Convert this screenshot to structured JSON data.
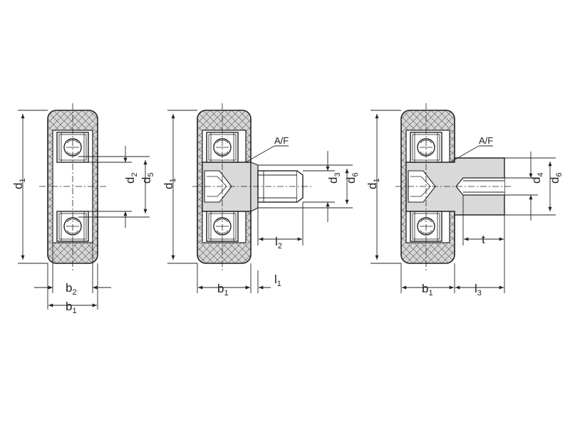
{
  "diagram": {
    "views": [
      {
        "id": "view-1",
        "labels": {
          "d1": "d",
          "d1_sub": "1",
          "d2": "d",
          "d2_sub": "2",
          "d5": "d",
          "d5_sub": "5",
          "b2": "b",
          "b2_sub": "2",
          "b1": "b",
          "b1_sub": "1"
        }
      },
      {
        "id": "view-2",
        "labels": {
          "af": "A/F",
          "d1": "d",
          "d1_sub": "1",
          "d3": "d",
          "d3_sub": "3",
          "d6": "d",
          "d6_sub": "6",
          "l2": "l",
          "l2_sub": "2",
          "l1": "l",
          "l1_sub": "1",
          "b1": "b",
          "b1_sub": "1"
        }
      },
      {
        "id": "view-3",
        "labels": {
          "af": "A/F",
          "d1": "d",
          "d1_sub": "1",
          "d4": "d",
          "d4_sub": "4",
          "d6": "d",
          "d6_sub": "6",
          "t": "t",
          "b1": "b",
          "b1_sub": "1",
          "l3": "l",
          "l3_sub": "3"
        }
      }
    ]
  }
}
